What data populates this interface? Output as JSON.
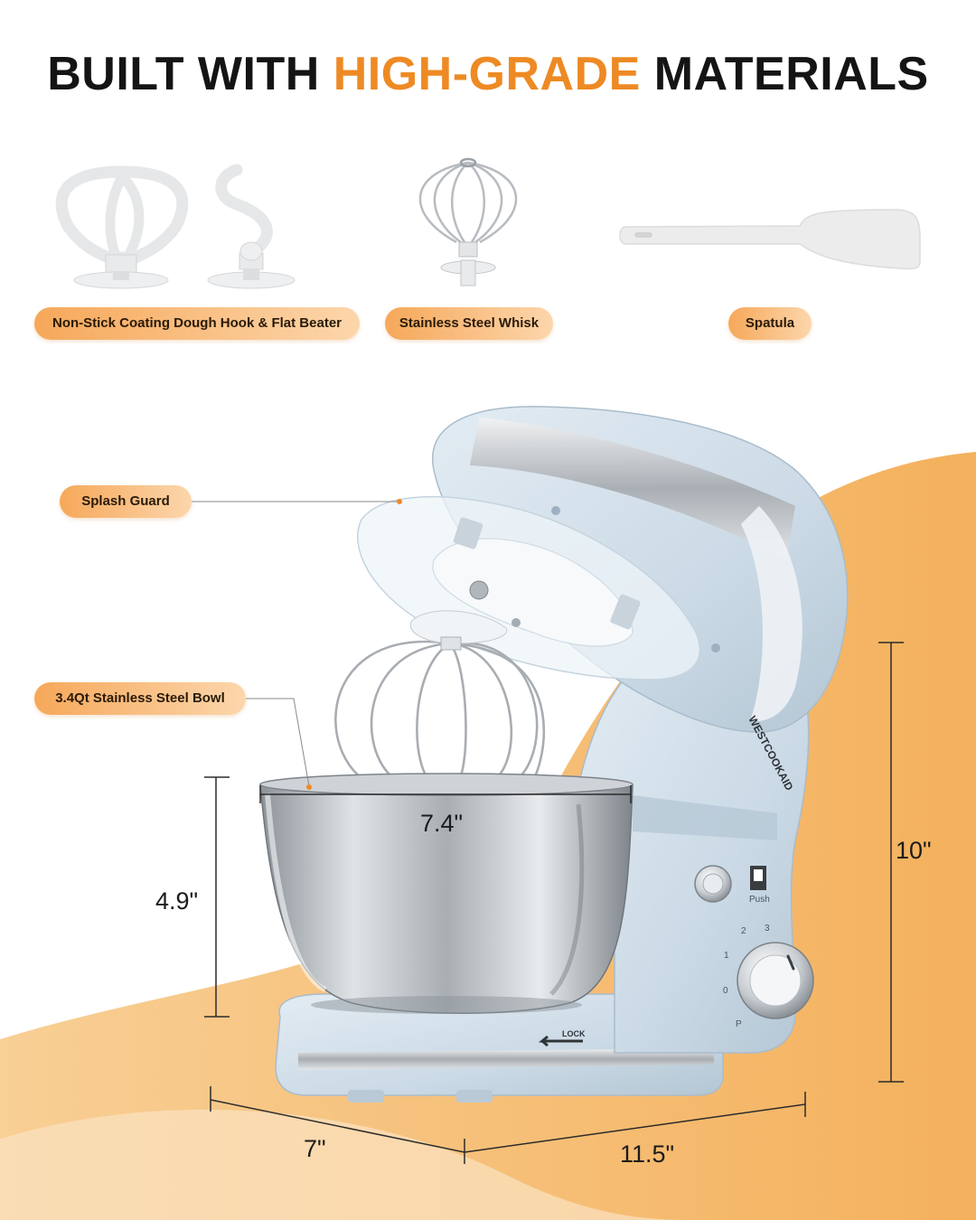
{
  "headline": {
    "prefix": "BUILT WITH ",
    "accent": "HIGH-GRADE",
    "suffix": " MATERIALS",
    "accent_color": "#ee8a24"
  },
  "accessories": [
    {
      "label": "Non-Stick Coating Dough Hook & Flat Beater",
      "icon": "beater-and-dough-hook-icon"
    },
    {
      "label": "Stainless Steel Whisk",
      "icon": "whisk-icon"
    },
    {
      "label": "Spatula",
      "icon": "spatula-icon"
    }
  ],
  "callouts": {
    "splash_guard": "Splash Guard",
    "bowl": "3.4Qt Stainless Steel Bowl"
  },
  "dimensions": {
    "bowl_width": "7.4\"",
    "bowl_height": "4.9\"",
    "mixer_height": "10\"",
    "mixer_depth": "7\"",
    "mixer_length": "11.5\""
  },
  "mixer": {
    "brand": "WESTCOOKAID",
    "push_label": "Push",
    "lock_label": "LOCK",
    "speed_marks": [
      "P",
      "0",
      "1",
      "2",
      "3"
    ],
    "body_color": "#cfdde8"
  }
}
